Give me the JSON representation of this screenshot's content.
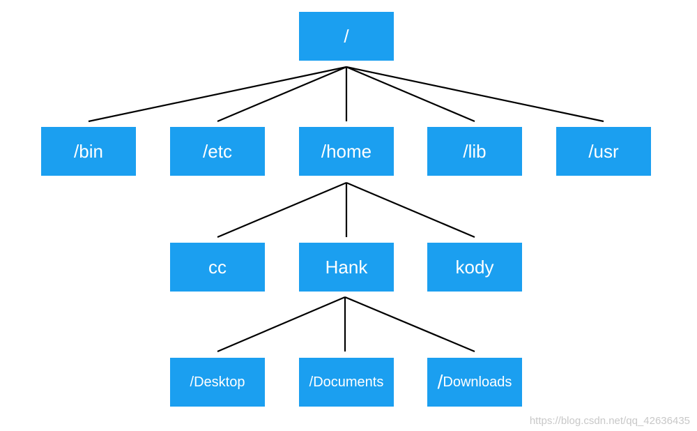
{
  "tree": {
    "root": "/",
    "level1": [
      "/bin",
      "/etc",
      "/home",
      "/lib",
      "/usr"
    ],
    "level2": [
      "cc",
      "Hank",
      "kody"
    ],
    "level3": {
      "desktop": "/Desktop",
      "documents": "/Documents",
      "downloads_slash": "/",
      "downloads_rest": "Downloads"
    }
  },
  "colors": {
    "node_fill": "#1b9ff0",
    "node_text": "#ffffff",
    "line": "#000000"
  },
  "watermark": "https://blog.csdn.net/qq_42636435"
}
